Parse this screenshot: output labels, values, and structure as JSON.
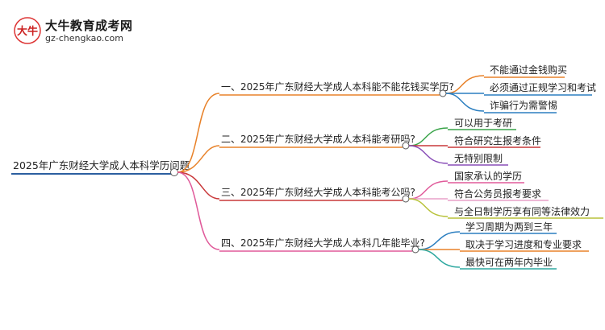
{
  "logo": {
    "title": "大牛教育成考网",
    "url": "gz-chengkao.com",
    "mark_glyph": "大牛"
  },
  "mindmap": {
    "root": "2025年广东财经大学成人本科学历问题",
    "branches": [
      {
        "label": "一、2025年广东财经大学成人本科能不能花钱买学历?",
        "color": "#e8822a",
        "children": [
          "不能通过金钱购买",
          "必须通过正规学习和考试",
          "诈骗行为需警惕"
        ],
        "child_colors": [
          "#e8822a",
          "#2c7fc0",
          "#2c7fc0"
        ]
      },
      {
        "label": "二、2025年广东财经大学成人本科能考研吗?",
        "color": "#e8822a",
        "children": [
          "可以用于考研",
          "符合研究生报考条件",
          "无特别限制"
        ],
        "child_colors": [
          "#3aa44a",
          "#c9383a",
          "#8a4fb8"
        ]
      },
      {
        "label": "三、2025年广东财经大学成人本科能考公吗?",
        "color": "#c9383a",
        "children": [
          "国家承认的学历",
          "符合公务员报考要求",
          "与全日制学历享有同等法律效力"
        ],
        "child_colors": [
          "#e05a9a",
          "#e8a0c8",
          "#b8c23a"
        ]
      },
      {
        "label": "四、2025年广东财经大学成人本科几年能毕业?",
        "color": "#e05a9a",
        "children": [
          "学习周期为两到三年",
          "取决于学习进度和专业要求",
          "最快可在两年内毕业"
        ],
        "child_colors": [
          "#2c7fc0",
          "#e8822a",
          "#2ea8a0"
        ]
      }
    ],
    "root_color": "#2c5fa0"
  }
}
